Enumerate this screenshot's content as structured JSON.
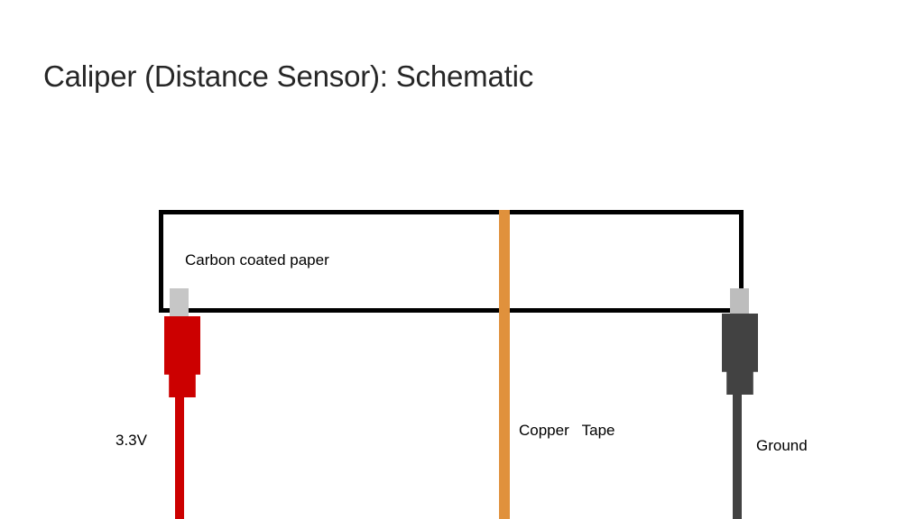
{
  "slide": {
    "title": "Caliper (Distance Sensor): Schematic",
    "background_color": "#FFFFFF",
    "title_color": "#262626"
  },
  "diagram": {
    "type": "schematic",
    "name": "caliper-distance-sensor",
    "paper": {
      "label": "Carbon coated paper",
      "stroke_color": "#000000"
    },
    "copper_tape": {
      "label": "Copper   Tape",
      "color": "#E0913C"
    },
    "connections": [
      {
        "name": "power",
        "label": "3.3V",
        "clip_color": "#CC0000",
        "tip_color": "#C6C6C6",
        "side": "left"
      },
      {
        "name": "ground",
        "label": "Ground",
        "clip_color": "#424242",
        "tip_color": "#BDBDBD",
        "side": "right"
      }
    ]
  }
}
